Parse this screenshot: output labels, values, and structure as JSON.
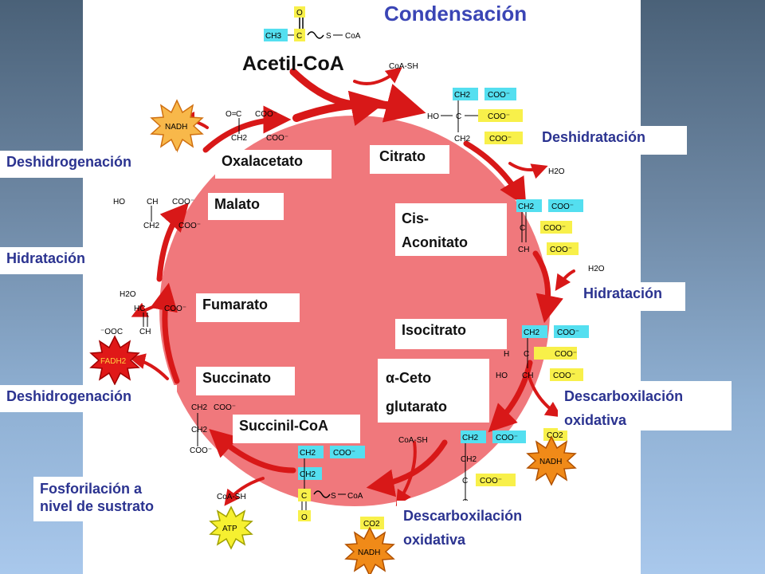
{
  "title": "Condensación",
  "acetil_coa": "Acetil-CoA",
  "metabolites": {
    "citrato": "Citrato",
    "oxalacetato": "Oxalacetato",
    "malato": "Malato",
    "cis_aconitato_1": "Cis-",
    "cis_aconitato_2": "Aconitato",
    "fumarato": "Fumarato",
    "isocitrato": "Isocitrato",
    "ceto_1": "α-Ceto",
    "ceto_2": "glutarato",
    "succinato": "Succinato",
    "succinil_coa": "Succinil-CoA"
  },
  "steps": {
    "deshidratacion": "Deshidratación",
    "deshidrogenacion_1": "Deshidrogenación",
    "hidratacion_left": "Hidratación",
    "hidratacion_right": "Hidratación",
    "deshidrogenacion_2": "Deshidrogenación",
    "descarbox_right_1": "Descarboxilación",
    "descarbox_right_2": "oxidativa",
    "descarbox_bottom_1": "Descarboxilación",
    "descarbox_bottom_2": "oxidativa",
    "fosforilacion_1": "Fosforilación a",
    "fosforilacion_2": "nivel de sustrato"
  },
  "cofactors": {
    "nadh": "NADH",
    "fadh2": "FADH2",
    "atp": "ATP",
    "co2": "CO2",
    "h2o": "H2O",
    "coash": "CoA-SH"
  },
  "formula_fragments": {
    "O": "O",
    "C": "C",
    "CH": "CH",
    "HC": "HC",
    "HO": "HO",
    "H": "H",
    "CH2": "CH2",
    "CH3": "CH3",
    "COO": "COO⁻",
    "OOC": "⁻OOC",
    "S": "S",
    "CoA": "CoA",
    "dbl_O": "O="
  },
  "colors": {
    "circle": "#f0787c",
    "arrow": "#d81818",
    "label_blue": "#2b3390",
    "title_blue": "#3a45b5",
    "cyan": "#54dff0",
    "yellow": "#f8f04a",
    "star_yellow": "#f8b84a",
    "star_orange": "#f08a18",
    "star_red": "#e01818",
    "atp_yellow": "#f6f030"
  }
}
